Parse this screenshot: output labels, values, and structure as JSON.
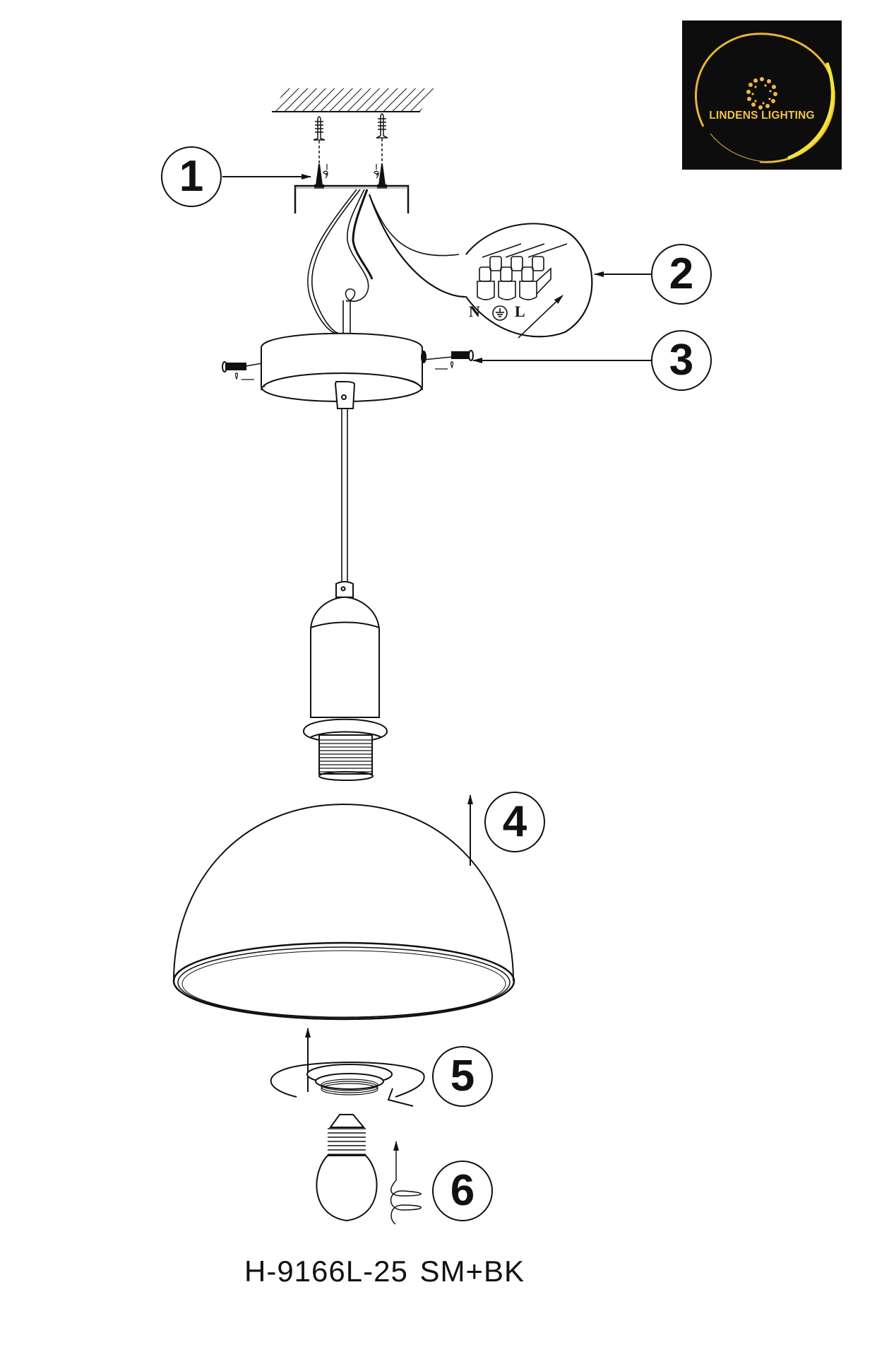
{
  "logo": {
    "brand_name": "LINDENS LIGHTING",
    "icon": "sunburst-dots-icon",
    "background_color": "#0d0d0d",
    "accent_color": "#f1c24a"
  },
  "callouts": [
    {
      "number": "1",
      "label": "ceiling-bracket-mounting"
    },
    {
      "number": "2",
      "label": "terminal-block-wiring"
    },
    {
      "number": "3",
      "label": "canopy-screws"
    },
    {
      "number": "4",
      "label": "shade"
    },
    {
      "number": "5",
      "label": "shade-ring"
    },
    {
      "number": "6",
      "label": "bulb"
    }
  ],
  "wiring": {
    "neutral": "N",
    "earth": "⏚",
    "live": "L"
  },
  "model_number": "H-9166L-25 SM+BK"
}
